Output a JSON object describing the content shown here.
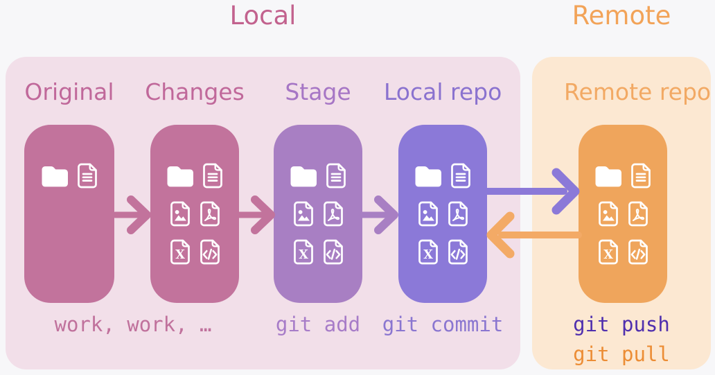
{
  "page": {
    "background": "#f7f7f9"
  },
  "zones": {
    "local": {
      "title": "Local",
      "title_color": "#c2628e",
      "bg": "#f2dfe9"
    },
    "remote": {
      "title": "Remote",
      "title_color": "#f2a358",
      "bg": "#fce8d2"
    }
  },
  "columns": [
    {
      "id": "original",
      "zone": "local",
      "label": "Original",
      "label_color": "#c0689a",
      "card_color": "#c2739c",
      "icons": [
        [
          "folder-icon",
          "file-text-icon"
        ]
      ]
    },
    {
      "id": "changes",
      "zone": "local",
      "label": "Changes",
      "label_color": "#c0689a",
      "card_color": "#c2739c",
      "icons": [
        [
          "folder-icon",
          "file-text-icon"
        ],
        [
          "file-image-icon",
          "file-pdf-icon"
        ],
        [
          "file-excel-icon",
          "file-code-icon"
        ]
      ]
    },
    {
      "id": "stage",
      "zone": "local",
      "label": "Stage",
      "label_color": "#a676c5",
      "card_color": "#a87fc3",
      "icons": [
        [
          "folder-icon",
          "file-text-icon"
        ],
        [
          "file-image-icon",
          "file-pdf-icon"
        ],
        [
          "file-excel-icon",
          "file-code-icon"
        ]
      ]
    },
    {
      "id": "local-repo",
      "zone": "local",
      "label": "Local repo",
      "label_color": "#8a72cf",
      "card_color": "#8b79d8",
      "icons": [
        [
          "folder-icon",
          "file-text-icon"
        ],
        [
          "file-image-icon",
          "file-pdf-icon"
        ],
        [
          "file-excel-icon",
          "file-code-icon"
        ]
      ]
    },
    {
      "id": "remote-repo",
      "zone": "remote",
      "label": "Remote repo",
      "label_color": "#f2a964",
      "card_color": "#efa55c",
      "icons": [
        [
          "folder-icon",
          "file-text-icon"
        ],
        [
          "file-image-icon",
          "file-pdf-icon"
        ],
        [
          "file-excel-icon",
          "file-code-icon"
        ]
      ]
    }
  ],
  "commands": [
    {
      "id": "work",
      "text": "work, work, …",
      "color": "#c0719c"
    },
    {
      "id": "git-add",
      "text": "git add",
      "color": "#a77cc8"
    },
    {
      "id": "git-commit",
      "text": "git commit",
      "color": "#8a76d0"
    },
    {
      "id": "git-push",
      "text": "git push",
      "color": "#4f2fae"
    },
    {
      "id": "git-pull",
      "text": "git pull",
      "color": "#ec8d35"
    }
  ],
  "arrows": [
    {
      "id": "work-arrow-1",
      "from": "original",
      "to": "changes",
      "direction": "right",
      "color": "#c2739c"
    },
    {
      "id": "work-arrow-2",
      "from": "changes",
      "to": "stage",
      "direction": "right",
      "color": "#c2739c"
    },
    {
      "id": "add-arrow",
      "from": "stage",
      "to": "local-repo",
      "direction": "right",
      "color": "#a87fc3"
    },
    {
      "id": "push-arrow",
      "from": "local-repo",
      "to": "remote-repo",
      "direction": "right",
      "color": "#8b79d8"
    },
    {
      "id": "pull-arrow",
      "from": "remote-repo",
      "to": "local-repo",
      "direction": "left",
      "color": "#f3aa66"
    }
  ]
}
